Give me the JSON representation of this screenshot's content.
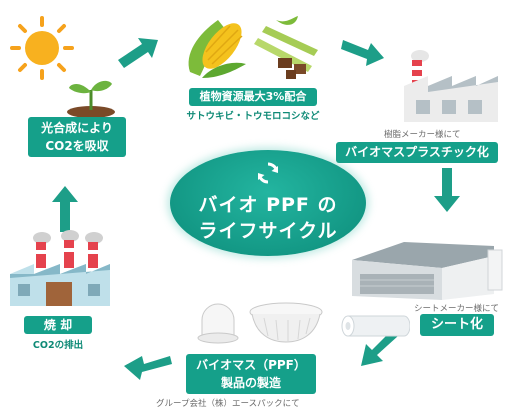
{
  "center": {
    "title_line1": "バイオ PPF の",
    "title_line2": "ライフサイクル"
  },
  "nodes": {
    "photosynthesis": {
      "label_line1": "光合成により",
      "label_line2": "CO2を吸収"
    },
    "plant_resources": {
      "label": "植物資源最大3%配合",
      "sub": "サトウキビ・トウモロコシなど"
    },
    "bio_plastic": {
      "maker": "樹脂メーカー様にて",
      "label": "バイオマスプラスチック化"
    },
    "sheet": {
      "maker": "シートメーカー様にて",
      "label": "シート化"
    },
    "product": {
      "label_line1": "バイオマス（PPF）",
      "label_line2": "製品の製造",
      "maker": "グループ会社（株）エースパックにて"
    },
    "incineration": {
      "label": "焼 却",
      "sub": "CO2の排出"
    }
  },
  "colors": {
    "accent": "#15a08a",
    "arrow": "#1d9e88"
  }
}
